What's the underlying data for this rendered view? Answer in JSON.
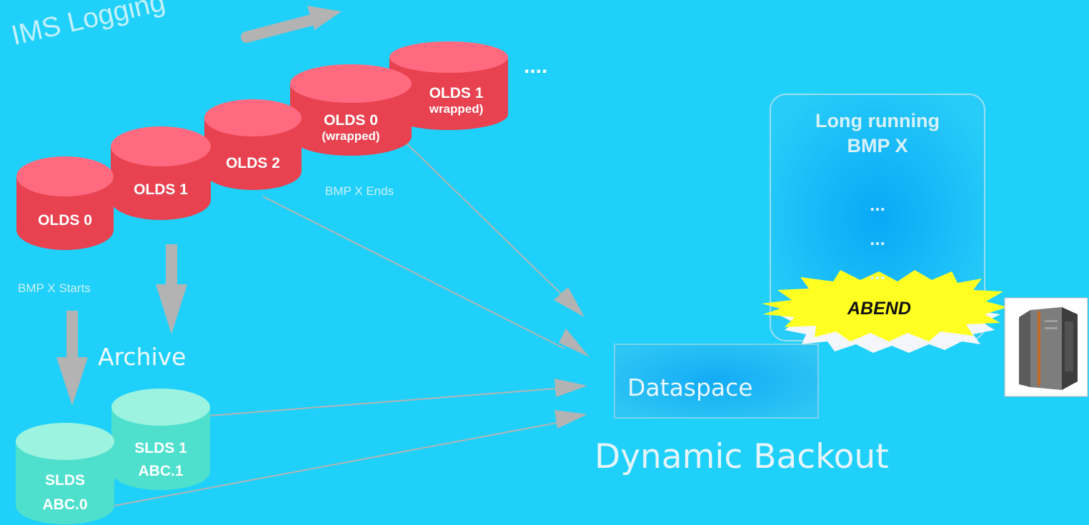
{
  "title": "IMS Logging",
  "ellipsis": "....",
  "olds": [
    {
      "line1": "OLDS 0",
      "line2": ""
    },
    {
      "line1": "OLDS 1",
      "line2": ""
    },
    {
      "line1": "OLDS 2",
      "line2": ""
    },
    {
      "line1": "OLDS 0",
      "line2": "(wrapped)"
    },
    {
      "line1": "OLDS 1",
      "line2": "wrapped)"
    }
  ],
  "slds": [
    {
      "line1": "SLDS",
      "line2": "ABC.0"
    },
    {
      "line1": "SLDS 1",
      "line2": "ABC.1"
    }
  ],
  "bmp_starts": "BMP X Starts",
  "bmp_ends": "BMP X Ends",
  "archive": "Archive",
  "bmp_box": {
    "line1": "Long running",
    "line2": "BMP X",
    "dots": [
      "...",
      "...",
      "..."
    ]
  },
  "abend": "ABEND",
  "dataspace": "Dataspace",
  "dynamic_backout": "Dynamic Backout",
  "icon": "mainframe-server-icon",
  "colors": {
    "background": "#1fd1fa",
    "olds_body": "#e8414f",
    "olds_top": "#ff6a80",
    "slds_body": "#4ee0cd",
    "slds_top": "#9cf3e0",
    "arrow_gray": "#b3b3b3",
    "abend_yellow": "#ffff22"
  }
}
